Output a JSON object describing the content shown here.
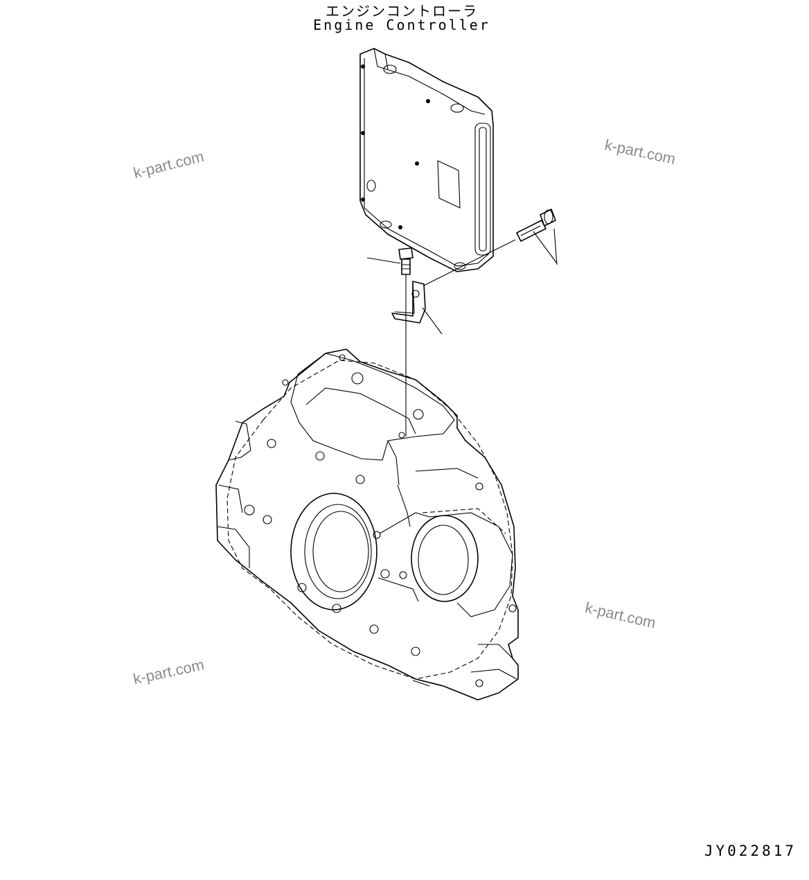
{
  "title": {
    "japanese": "エンジンコントローラ",
    "english": "Engine Controller"
  },
  "watermark_text": "k-part.com",
  "figure_code": "JY022817",
  "parts": [
    {
      "name": "engine-controller"
    },
    {
      "name": "mounting-bolt-long"
    },
    {
      "name": "mounting-bolt-short"
    },
    {
      "name": "mounting-bracket"
    },
    {
      "name": "flywheel-housing"
    }
  ]
}
